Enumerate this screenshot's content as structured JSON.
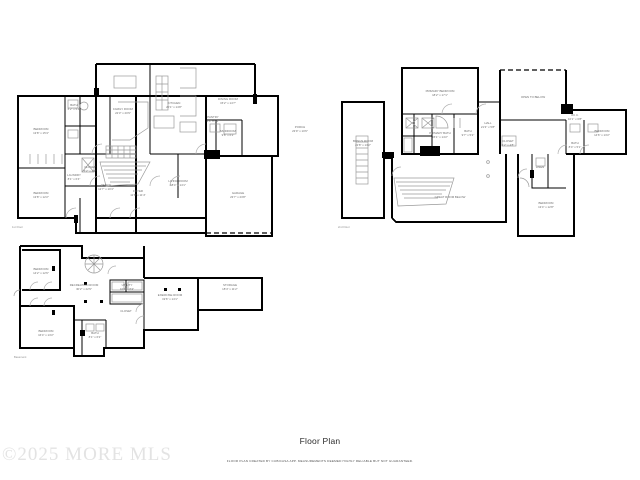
{
  "document": {
    "title": "Floor Plan",
    "disclaimer": "FLOOR PLAN CREATED BY CUBICASA APP. MEASUREMENTS DEEMED HIGHLY RELIABLE BUT NOT GUARANTEED.",
    "watermark": "©2025 MORE MLS",
    "background_color": "#ffffff",
    "wall_color": "#000000",
    "fixture_color": "#8a8a8a",
    "label_color": "#707070"
  },
  "plans": [
    {
      "id": "main-level",
      "tag": "1st Floor",
      "rooms": [
        {
          "name": "BEDROOM",
          "dims": "13'8\" x 15'4\""
        },
        {
          "name": "BEDROOM",
          "dims": "13'8\" x 12'2\""
        },
        {
          "name": "FAMILY ROOM",
          "dims": "22'3\" x 20'9\""
        },
        {
          "name": "KITCHEN",
          "dims": "20'1\" x 14'8\""
        },
        {
          "name": "DINING ROOM",
          "dims": "15'2\" x 14'7\""
        },
        {
          "name": "LIVING ROOM",
          "dims": "18'4\" x 14'1\""
        },
        {
          "name": "FOYER",
          "dims": "11'8\" x 11'4\""
        },
        {
          "name": "GARAGE",
          "dims": "23'7\" x 23'8\""
        },
        {
          "name": "PORCH",
          "dims": "23'9\" x 10'6\""
        },
        {
          "name": "OFFICE",
          "dims": "12'7\" x 10'4\""
        },
        {
          "name": "MUDROOM",
          "dims": "9'8\" x 6'2\""
        },
        {
          "name": "LAUNDRY",
          "dims": "8'1\" x 6'4\""
        },
        {
          "name": "BATH",
          "dims": "6'2\" x 5'4\""
        },
        {
          "name": "PANTRY",
          "dims": "6'4\" x 5'1\""
        },
        {
          "name": "CLOSET",
          "dims": "5'2\" x 4'6\""
        }
      ]
    },
    {
      "id": "upper-level",
      "tag": "2nd Floor",
      "rooms": [
        {
          "name": "PRIMARY BEDROOM",
          "dims": "18'2\" x 17'1\""
        },
        {
          "name": "PRIMARY BATH",
          "dims": "15'1\" x 14'2\""
        },
        {
          "name": "BONUS ROOM",
          "dims": "22'8\" x 13'2\""
        },
        {
          "name": "OPEN TO BELOW",
          "dims": ""
        },
        {
          "name": "BEDROOM",
          "dims": "14'6\" x 13'2\""
        },
        {
          "name": "BEDROOM",
          "dims": "13'4\" x 12'8\""
        },
        {
          "name": "GREAT ROOM BELOW",
          "dims": ""
        },
        {
          "name": "HALL",
          "dims": "21'3\" x 5'8\""
        },
        {
          "name": "W.I.C.",
          "dims": "10'1\" x 6'8\""
        },
        {
          "name": "BATH",
          "dims": "9'7\" x 5'2\""
        },
        {
          "name": "BATH",
          "dims": "8'4\" x 5'1\""
        },
        {
          "name": "CLOSET",
          "dims": "6'2\" x 4'8\""
        },
        {
          "name": "LINEN",
          "dims": ""
        }
      ]
    },
    {
      "id": "lower-level",
      "tag": "Basement",
      "rooms": [
        {
          "name": "RECREATION ROOM",
          "dims": "30'2\" x 22'9\""
        },
        {
          "name": "BEDROOM",
          "dims": "14'2\" x 12'6\""
        },
        {
          "name": "BEDROOM",
          "dims": "16'4\" x 13'2\""
        },
        {
          "name": "EXERCISE ROOM",
          "dims": "19'6\" x 14'1\""
        },
        {
          "name": "STORAGE",
          "dims": "18'4\" x 11'2\""
        },
        {
          "name": "UTILITY",
          "dims": "10'2\" x 8'4\""
        },
        {
          "name": "BATH",
          "dims": "8'1\" x 6'2\""
        },
        {
          "name": "CLOSET",
          "dims": ""
        }
      ]
    }
  ]
}
